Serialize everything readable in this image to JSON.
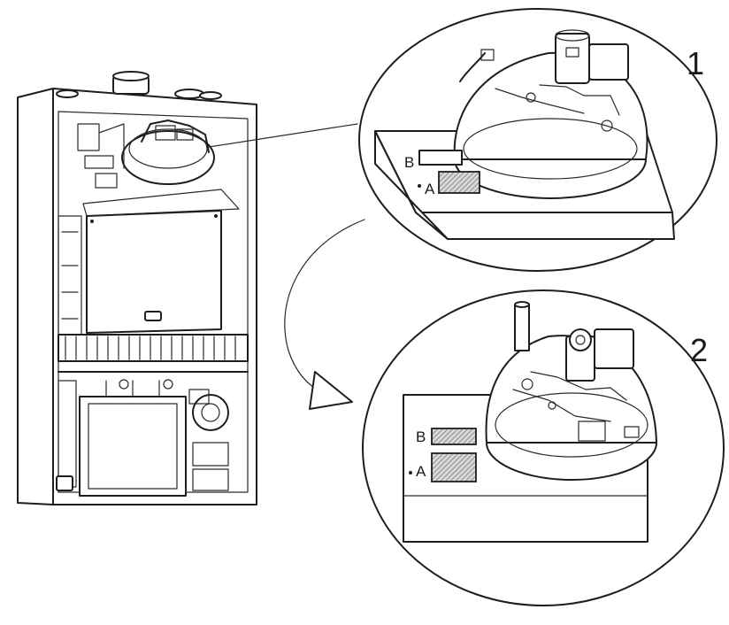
{
  "diagram": {
    "callouts": [
      {
        "number": "1"
      },
      {
        "number": "2"
      }
    ],
    "labels": {
      "detail1_b": "B",
      "detail1_a": "A",
      "detail2_b": "B",
      "detail2_a": "A"
    },
    "colors": {
      "ink": "#1e1e1e",
      "paper": "#ffffff",
      "hatch": "#9a9a9a"
    }
  }
}
